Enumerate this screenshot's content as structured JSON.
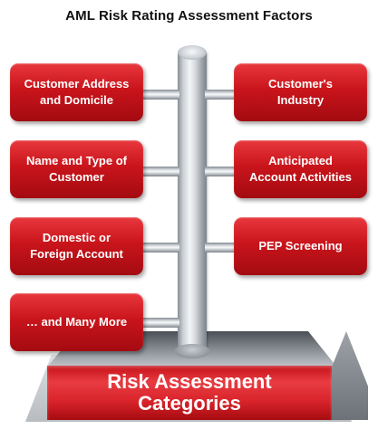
{
  "title": "AML Risk Rating Assessment Factors",
  "factors_left": [
    {
      "line1": "Customer Address",
      "line2": "and Domicile"
    },
    {
      "line1": "Name and Type of",
      "line2": "Customer"
    },
    {
      "line1": "Domestic or",
      "line2": "Foreign Account"
    },
    {
      "line1": "… and Many More",
      "line2": ""
    }
  ],
  "factors_right": [
    {
      "line1": "Customer's",
      "line2": "Industry"
    },
    {
      "line1": "Anticipated",
      "line2": "Account Activities"
    },
    {
      "line1": "PEP Screening",
      "line2": ""
    }
  ],
  "base": {
    "line1": "Risk Assessment",
    "line2": "Categories"
  },
  "colors": {
    "box_red": "#c9141b",
    "base_red": "#d9242b",
    "pole_silver": "#c9ced4"
  }
}
